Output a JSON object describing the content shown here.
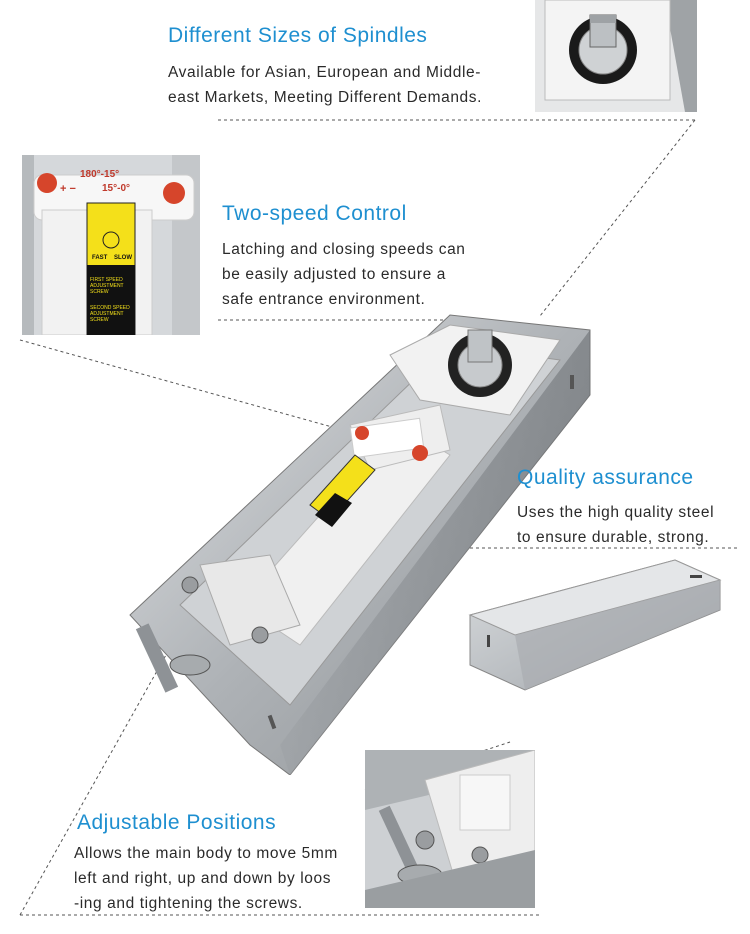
{
  "features": [
    {
      "title": "Different Sizes of Spindles",
      "lines": [
        "Available for Asian, European and Middle-",
        "east Markets, Meeting Different Demands."
      ]
    },
    {
      "title": "Two-speed Control",
      "lines": [
        "Latching and closing speeds can",
        "be easily adjusted to ensure a",
        "safe entrance environment."
      ]
    },
    {
      "title": "Quality assurance",
      "lines": [
        "Uses the high quality steel",
        "to ensure durable, strong."
      ]
    },
    {
      "title": "Adjustable Positions",
      "lines": [
        "Allows the main body to move 5mm",
        "left and right, up and down by loos",
        "-ing and tightening the screws."
      ]
    }
  ],
  "label": {
    "angle_open": "180°-15°",
    "angle_close": "15°-0°",
    "sign": "+ −",
    "fast": "FAST",
    "slow": "SLOW",
    "step1": "FIRST SPEED ADJUSTMENT SCREW",
    "step2": "SECOND SPEED ADJUSTMENT SCREW"
  },
  "colors": {
    "heading": "#1e8fd0",
    "body": "#2a2a2a",
    "label_yellow": "#f4e01a",
    "label_red": "#d6452b",
    "steel": "#b8bcc0"
  }
}
